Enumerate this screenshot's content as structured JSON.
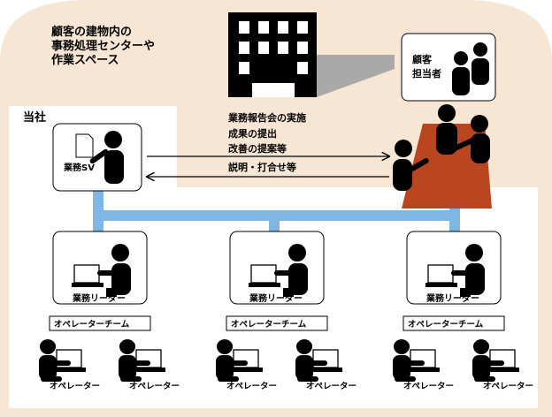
{
  "colors": {
    "customer_area": "#f7e6d4",
    "connector": "#7fb6e2",
    "table": "#b9461f",
    "building_shadow": "#a9a9a9",
    "ink": "#000000"
  },
  "customer": {
    "area_label_lines": [
      "顧客の建物内の",
      "事務処理センターや",
      "作業スペース"
    ],
    "staff_label_lines": [
      "顧客",
      "担当者"
    ]
  },
  "company": {
    "label": "当社",
    "supervisor_label": "業務SV"
  },
  "messages": {
    "upward_lines": [
      "業務報告会の実施",
      "成果の提出",
      "改善の提案等"
    ],
    "downward": "説明・打合せ等"
  },
  "teams": [
    {
      "leader_label": "業務リーダー",
      "team_label": "オペレーターチーム",
      "operators": [
        "オペレーター",
        "オペレーター"
      ]
    },
    {
      "leader_label": "業務リーダー",
      "team_label": "オペレーターチーム",
      "operators": [
        "オペレーター",
        "オペレーター"
      ]
    },
    {
      "leader_label": "業務リーダー",
      "team_label": "オペレーターチーム",
      "operators": [
        "オペレーター",
        "オペレーター"
      ]
    }
  ]
}
